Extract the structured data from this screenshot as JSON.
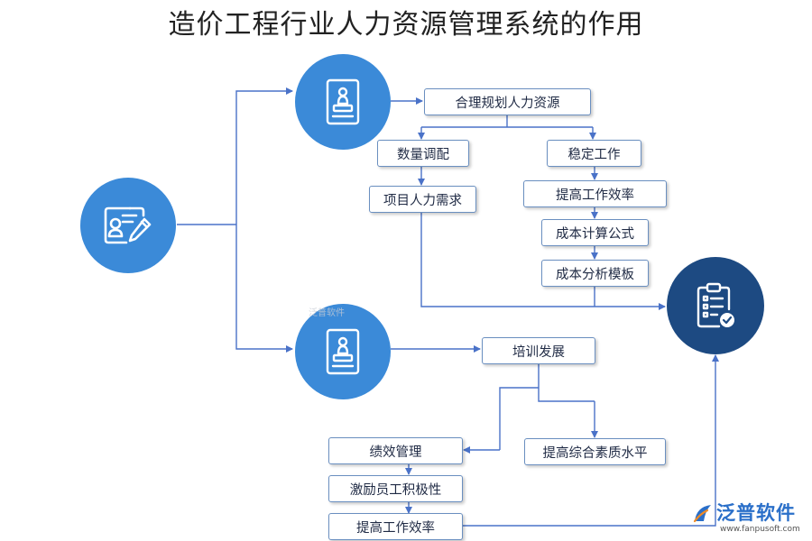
{
  "title": "造价工程行业人力资源管理系统的作用",
  "nodes": {
    "plan": "合理规划人力资源",
    "quantity": "数量调配",
    "stable": "稳定工作",
    "project_demand": "项目人力需求",
    "efficiency_top": "提高工作效率",
    "cost_formula": "成本计算公式",
    "cost_template": "成本分析模板",
    "training": "培训发展",
    "performance": "绩效管理",
    "quality": "提高综合素质水平",
    "motivate": "激励员工积极性",
    "efficiency_bottom": "提高工作效率"
  },
  "icons": {
    "main": "resume-pen-icon",
    "branch_top": "id-badge-icon",
    "branch_bottom": "id-badge-icon",
    "goal": "clipboard-check-icon"
  },
  "colors": {
    "circle_blue": "#3b8ad8",
    "goal_navy": "#1d4a82",
    "line": "#4a72c8"
  },
  "watermark": {
    "brand": "泛普软件",
    "url": "www.fanpusoft.com",
    "faint": "泛普软件"
  }
}
